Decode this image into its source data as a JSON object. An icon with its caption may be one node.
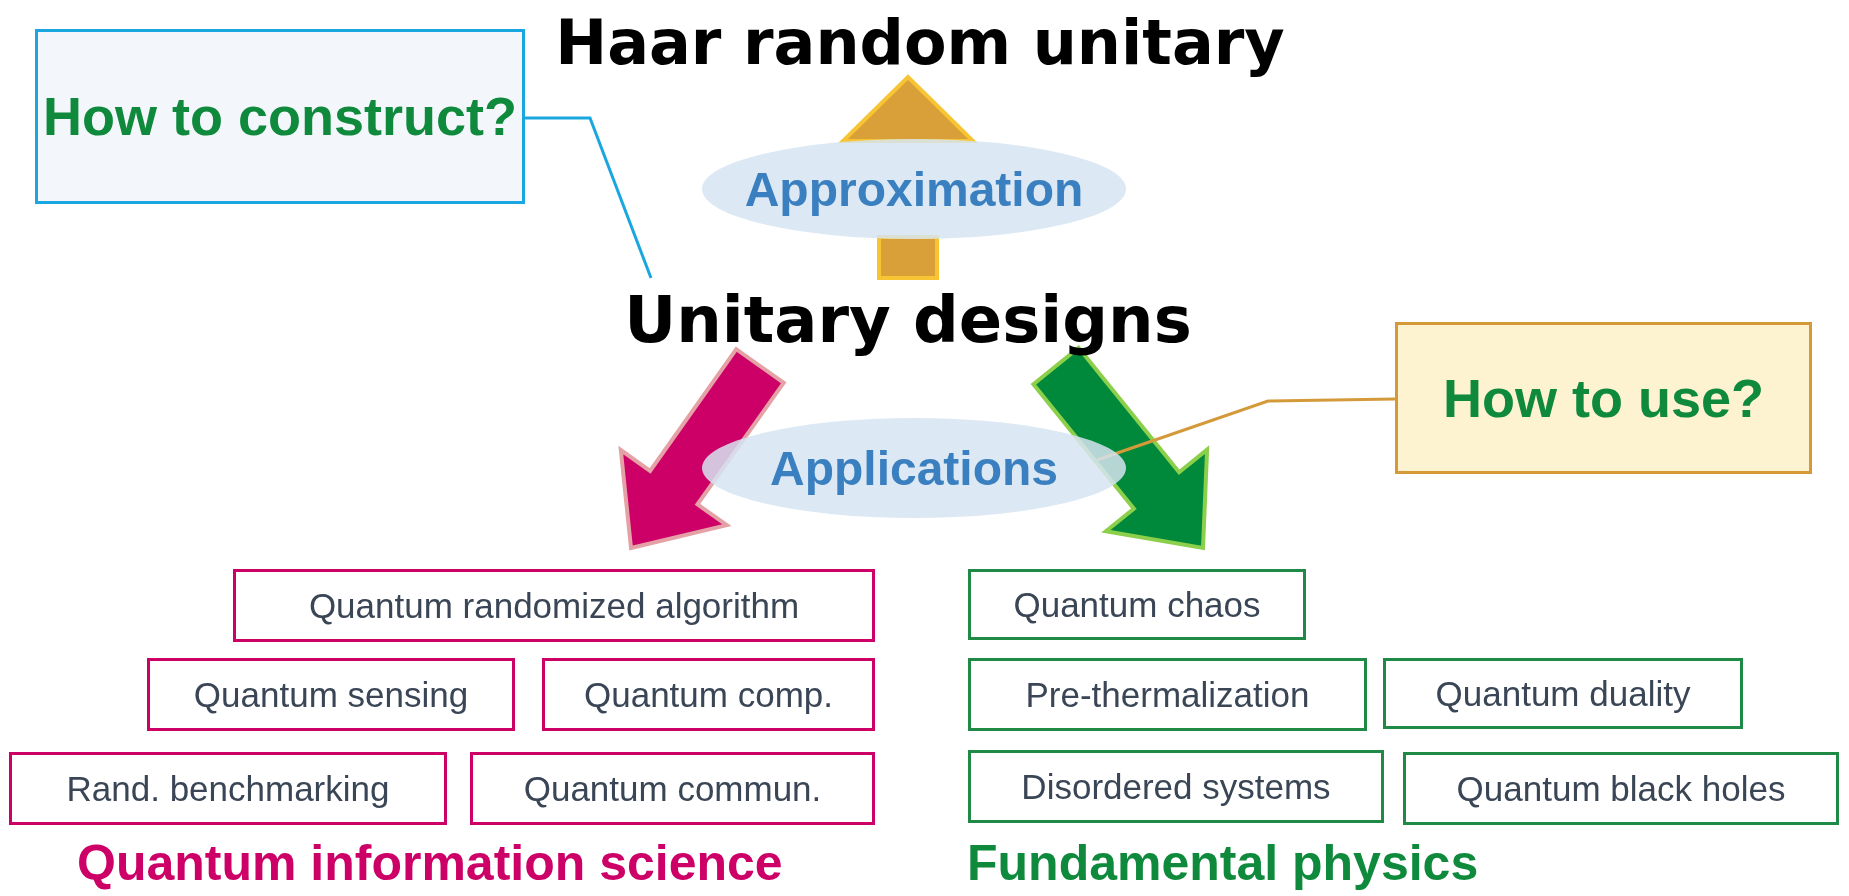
{
  "diagram": {
    "nodes": [
      {
        "text": [
          "Haar random unitary"
        ]
      },
      {
        "text": [
          "How to construct?"
        ]
      },
      {
        "text": [
          "Approximation"
        ]
      },
      {
        "text": [
          "Unitary designs"
        ]
      },
      {
        "text": [
          "How to use?"
        ]
      },
      {
        "text": [
          "Applications"
        ]
      },
      {
        "text": [
          "Quantum randomized algorithm"
        ]
      },
      {
        "text": [
          "Quantum chaos"
        ]
      },
      {
        "text": [
          "Quantum sensing"
        ]
      },
      {
        "text": [
          "Quantum comp."
        ]
      },
      {
        "text": [
          "Pre-thermalization"
        ]
      },
      {
        "text": [
          "Quantum duality"
        ]
      },
      {
        "text": [
          "Rand. benchmarking"
        ]
      },
      {
        "text": [
          "Quantum commun."
        ]
      },
      {
        "text": [
          "Disordered systems"
        ]
      },
      {
        "text": [
          "Quantum black holes"
        ]
      },
      {
        "text": [
          "Quantum information science"
        ]
      },
      {
        "text": [
          "Fundamental physics"
        ]
      }
    ],
    "edges": [
      {
        "from": 3,
        "to": 2,
        "arrow": "none",
        "style": "thick",
        "color": "#d9a03a"
      },
      {
        "from": 2,
        "to": 0,
        "arrow": "to",
        "style": "thick",
        "color": "#d9a03a"
      },
      {
        "from": 3,
        "to": null,
        "arrow": "to",
        "style": "thick",
        "color": "#cc0066"
      },
      {
        "from": 3,
        "to": null,
        "arrow": "to",
        "style": "thick",
        "color": "#00893a"
      },
      {
        "from": 1,
        "to": 3,
        "arrow": "none",
        "color": "#1aa7e0"
      },
      {
        "from": 4,
        "to": 5,
        "arrow": "none",
        "color": "#d49a3a"
      }
    ]
  }
}
